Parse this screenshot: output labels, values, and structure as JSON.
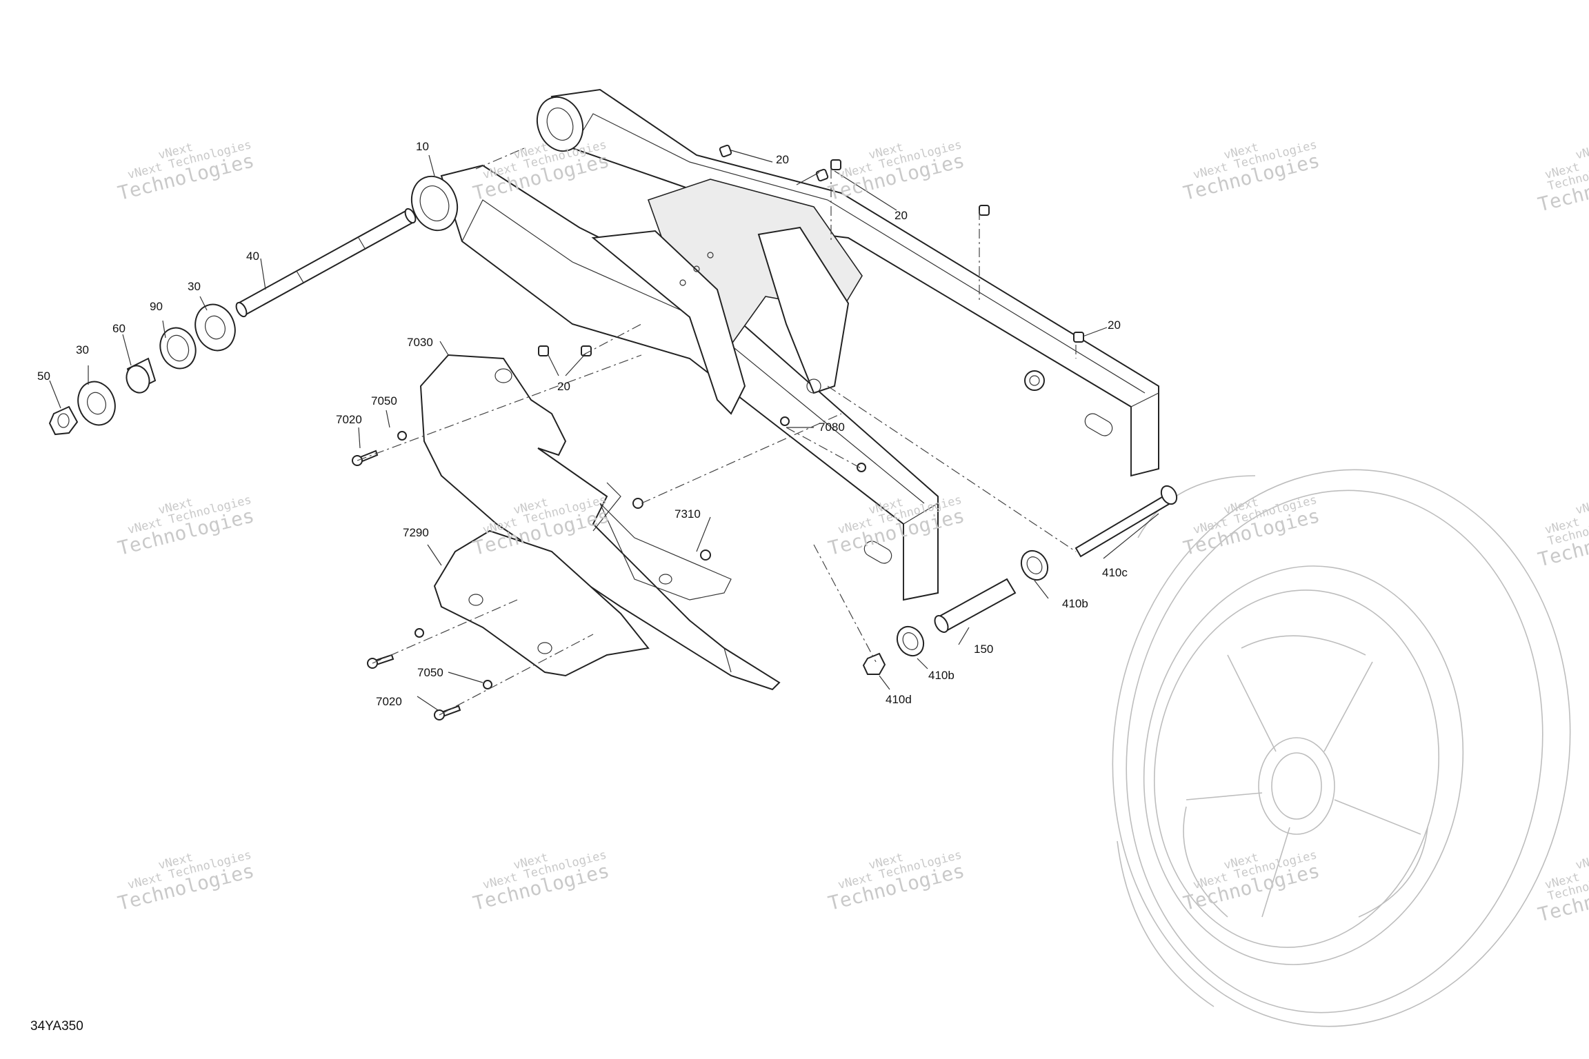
{
  "reference_code": "34YA350",
  "watermark": {
    "line1": "vNext",
    "line2": "vNext Technologies",
    "line3": "Technologies"
  },
  "callouts": [
    {
      "id": "10",
      "label": "10"
    },
    {
      "id": "20a",
      "label": "20"
    },
    {
      "id": "20b",
      "label": "20"
    },
    {
      "id": "20c",
      "label": "20"
    },
    {
      "id": "20d",
      "label": "20"
    },
    {
      "id": "30a",
      "label": "30"
    },
    {
      "id": "30b",
      "label": "30"
    },
    {
      "id": "40",
      "label": "40"
    },
    {
      "id": "50",
      "label": "50"
    },
    {
      "id": "60",
      "label": "60"
    },
    {
      "id": "90",
      "label": "90"
    },
    {
      "id": "150",
      "label": "150"
    },
    {
      "id": "410b1",
      "label": "410b"
    },
    {
      "id": "410b2",
      "label": "410b"
    },
    {
      "id": "410c",
      "label": "410c"
    },
    {
      "id": "410d",
      "label": "410d"
    },
    {
      "id": "7020a",
      "label": "7020"
    },
    {
      "id": "7020b",
      "label": "7020"
    },
    {
      "id": "7030",
      "label": "7030"
    },
    {
      "id": "7050a",
      "label": "7050"
    },
    {
      "id": "7050b",
      "label": "7050"
    },
    {
      "id": "7080",
      "label": "7080"
    },
    {
      "id": "7290",
      "label": "7290"
    },
    {
      "id": "7310",
      "label": "7310"
    }
  ]
}
